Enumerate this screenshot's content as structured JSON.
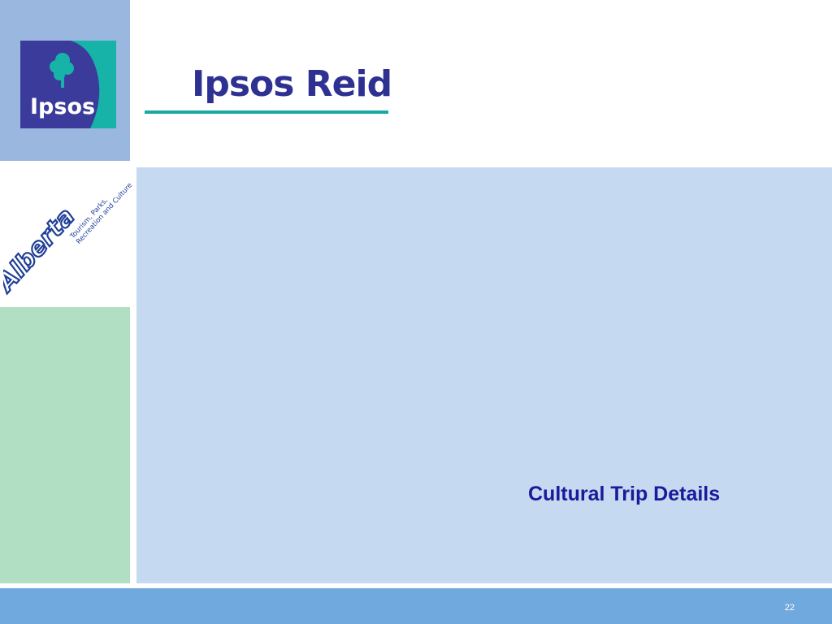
{
  "slide": {
    "title": "Cultural Trip Details",
    "page_number": "22"
  },
  "logos": {
    "ipsos_badge_text": "Ipsos",
    "ipsos_reid_text": "Ipsos Reid",
    "alberta_wordmark": "Alberta",
    "alberta_ministry": "Tourism, Parks, Recreation and Culture"
  },
  "colors": {
    "top_left_block": "#9ab7e0",
    "green_block": "#b1dfc4",
    "main_panel": "#c5d9f1",
    "footer_bar": "#70a9de",
    "title_text": "#1a1a9a",
    "ipsos_navy": "#2e3192",
    "ipsos_teal": "#18a9a6"
  }
}
